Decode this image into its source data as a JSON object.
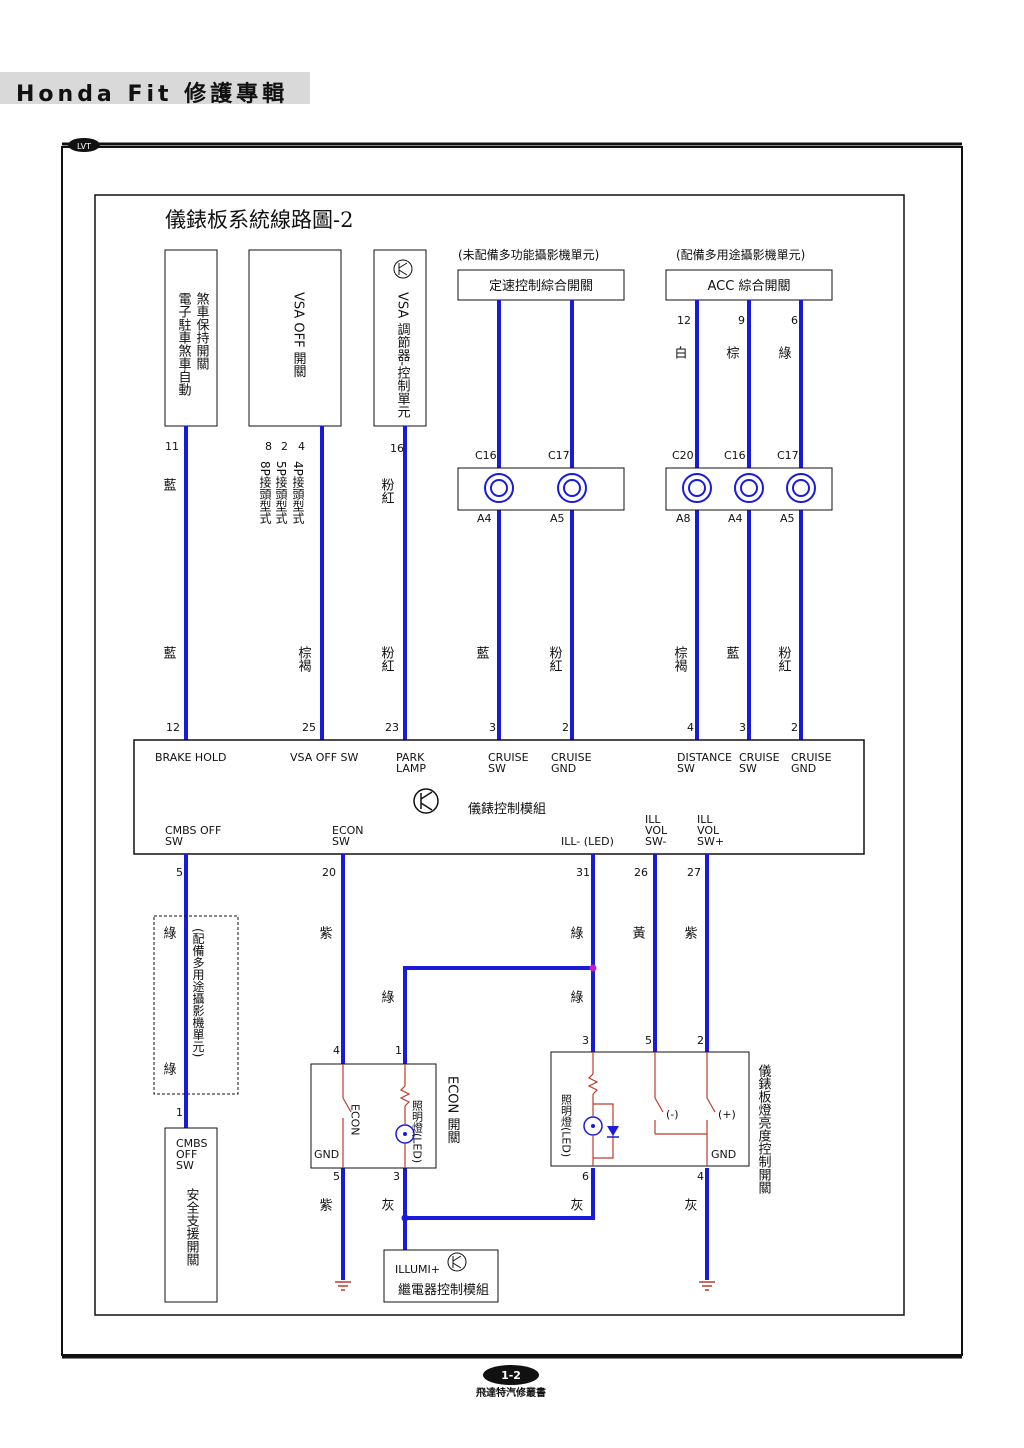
{
  "header": {
    "title": "Honda Fit 修護專輯",
    "logo": "LVT"
  },
  "diagram": {
    "title": "儀錶板系統線路圖-2",
    "top_components": {
      "brake_hold": {
        "line1": "煞車保持開關",
        "line2": "電子駐車煞車自動"
      },
      "vsa_off": {
        "label": "VSA OFF 開關"
      },
      "vsa_unit": {
        "label": "VSA 調節器-控制單元"
      },
      "cruise_note": "(未配備多功能攝影機單元)",
      "cruise_switch": "定速控制綜合開關",
      "acc_note": "(配備多用途攝影機單元)",
      "acc_switch": "ACC 綜合開關"
    },
    "pins": {
      "brake_top": "11",
      "vsa_off_top": [
        "8",
        "2",
        "4"
      ],
      "vsa_unit_top": "16",
      "acc_top": [
        "12",
        "9",
        "6"
      ],
      "cruise_conn": [
        "C16",
        "C17"
      ],
      "acc_conn": [
        "C20",
        "C16",
        "C17"
      ],
      "cruise_conn_bottom": [
        "A4",
        "A5"
      ],
      "acc_conn_bottom": [
        "A8",
        "A4",
        "A5"
      ],
      "meter_top": [
        "12",
        "25",
        "23",
        "3",
        "2",
        "4",
        "3",
        "2"
      ],
      "meter_bottom": [
        "5",
        "20",
        "31",
        "26",
        "27"
      ],
      "cmbs": [
        "1"
      ],
      "econ": [
        "4",
        "1",
        "5",
        "3"
      ],
      "dimmer": [
        "3",
        "5",
        "2",
        "6",
        "4"
      ]
    },
    "connector_notes": {
      "line1": "4P接頭型式",
      "line2": "5P接頭型式",
      "line3": "8P接頭型式"
    },
    "wire_colors": {
      "blue": "藍",
      "brown": "棕褐",
      "pink": "粉紅",
      "white": "白",
      "tan": "棕",
      "green": "綠",
      "purple": "紫",
      "yellow": "黃",
      "gray": "灰"
    },
    "meter": {
      "name": "儀錶控制模組",
      "signals_top": [
        "BRAKE HOLD",
        "VSA OFF SW",
        "PARK",
        "LAMP",
        "CRUISE",
        "SW",
        "CRUISE",
        "GND",
        "DISTANCE",
        "SW",
        "CRUISE",
        "SW",
        "CRUISE",
        "GND"
      ],
      "signals_bottom": [
        "CMBS OFF",
        "SW",
        "ECON",
        "SW",
        "ILL- (LED)",
        "ILL",
        "VOL",
        "SW-",
        "ILL",
        "VOL",
        "SW+"
      ]
    },
    "cmbs": {
      "note": "(配備多用途攝影機單元)",
      "label": [
        "CMBS",
        "OFF",
        "SW"
      ],
      "name": "安全支援開關"
    },
    "econ": {
      "name": "ECON 開關",
      "switch_label": "ECON",
      "lamp": "照明燈(LED)",
      "gnd": "GND"
    },
    "dimmer": {
      "name": "儀錶板燈亮度控制開關",
      "lamp": "照明燈(LED)",
      "minus": "(-)",
      "plus": "(+)",
      "gnd": "GND"
    },
    "relay": {
      "label": "ILLUMI+",
      "name": "繼電器控制模組"
    }
  },
  "footer": {
    "page": "1-2",
    "publisher": "飛達特汽修叢書"
  },
  "colors": {
    "wire": "#1a1adb",
    "thin": "#c0392b",
    "junction": "#c020c0"
  }
}
